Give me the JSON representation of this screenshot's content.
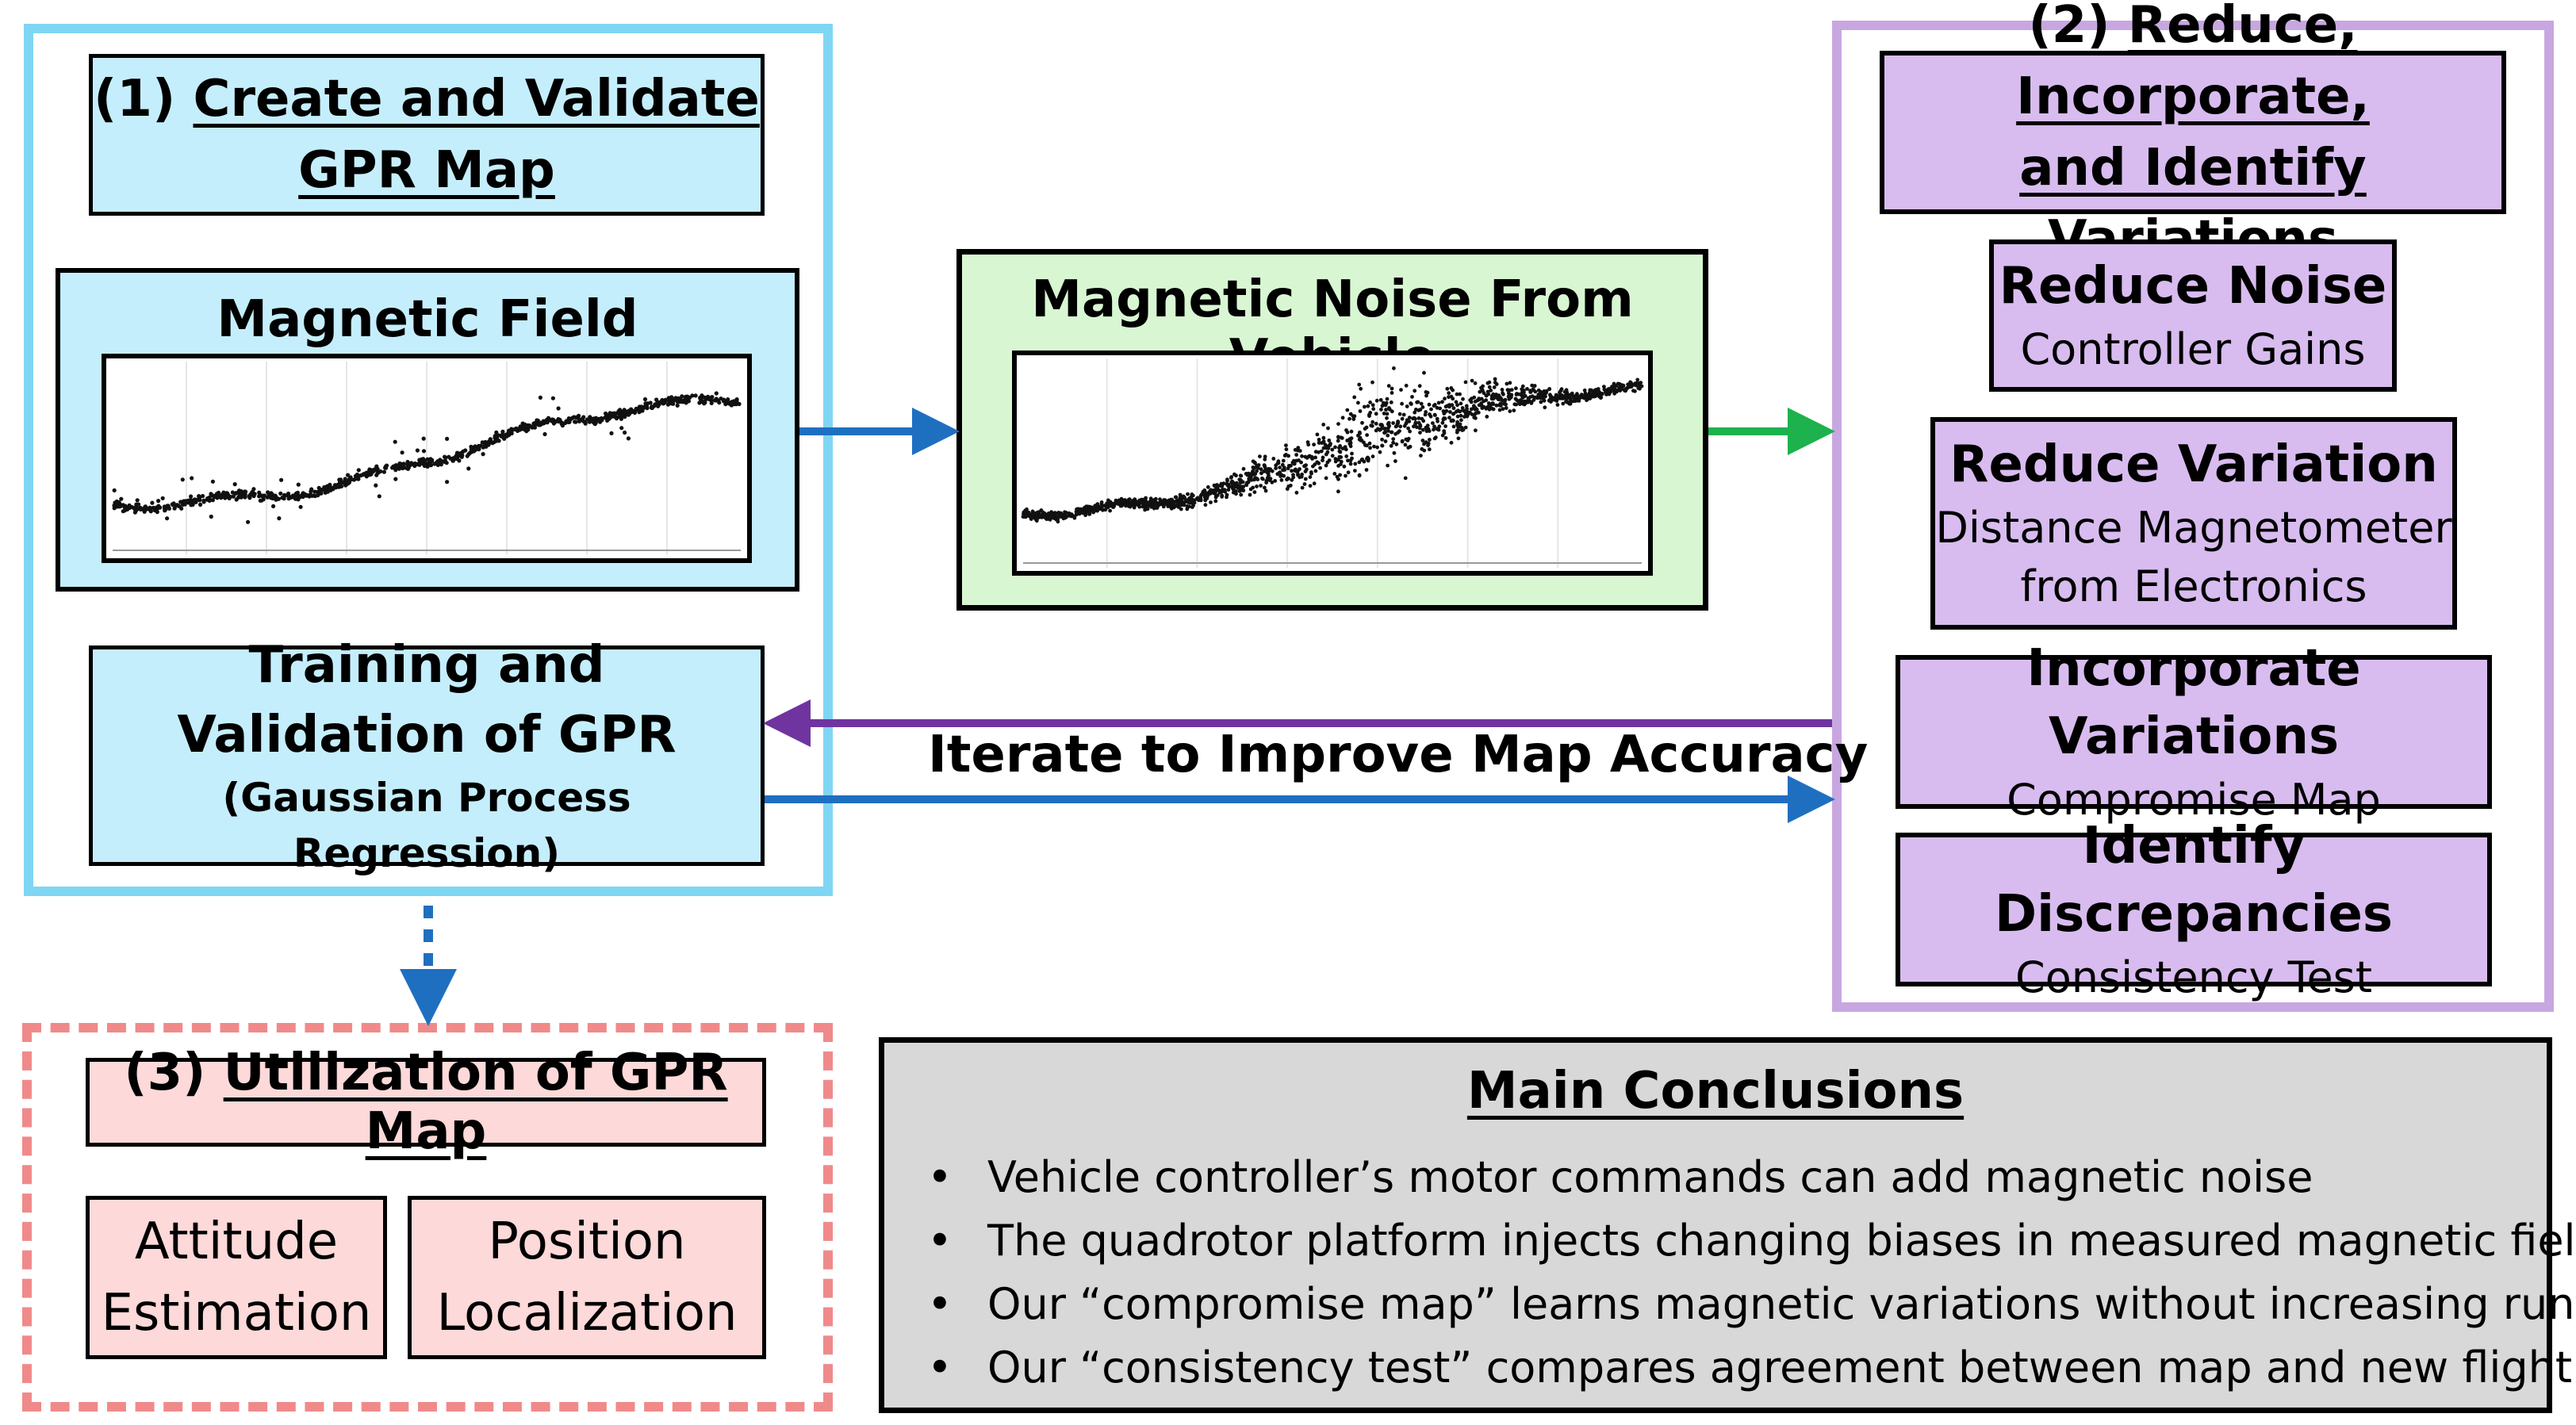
{
  "panel1": {
    "title_num": "(1) ",
    "title_a": "Create and Validate",
    "title_b": "GPR Map",
    "observations_title": "Magnetic Field Observations",
    "training": {
      "line1": "Training and",
      "line2": "Validation of GPR",
      "line3": "(Gaussian Process Regression)"
    }
  },
  "noise": {
    "title": "Magnetic Noise From Vehicle"
  },
  "iterate_label": "Iterate to Improve Map Accuracy",
  "panel2": {
    "title_num": "(2) ",
    "title_a": "Reduce, Incorporate,",
    "title_b": "and Identify Variations",
    "boxes": [
      {
        "heading": "Reduce Noise",
        "sub1": "Controller Gains",
        "sub2": ""
      },
      {
        "heading": "Reduce Variation",
        "sub1": "Distance Magnetometer",
        "sub2": "from Electronics"
      },
      {
        "heading": "Incorporate Variations",
        "sub1": "Compromise Map",
        "sub2": ""
      },
      {
        "heading": "Identify Discrepancies",
        "sub1": "Consistency Test",
        "sub2": ""
      }
    ]
  },
  "panel3": {
    "title_num": "(3) ",
    "title_a": "Utilization of GPR Map",
    "attitude_l1": "Attitude",
    "attitude_l2": "Estimation",
    "position_l1": "Position",
    "position_l2": "Localization"
  },
  "conclusions": {
    "title": "Main Conclusions",
    "bullet": "•",
    "items": [
      "Vehicle controller’s motor commands can add magnetic noise",
      "The quadrotor platform injects changing biases in measured magnetic field",
      "Our “compromise map” learns magnetic variations without increasing runtime",
      "Our “consistency test” compares agreement between map and new flight data"
    ]
  },
  "colors": {
    "blue_arrow": "#1f6fc1",
    "green_arrow": "#1db24d",
    "purple_arrow": "#6f34a0",
    "panel1_border": "#7fd6f3",
    "panel2_border": "#c8a7e0",
    "panel3_border": "#f08a8a"
  }
}
